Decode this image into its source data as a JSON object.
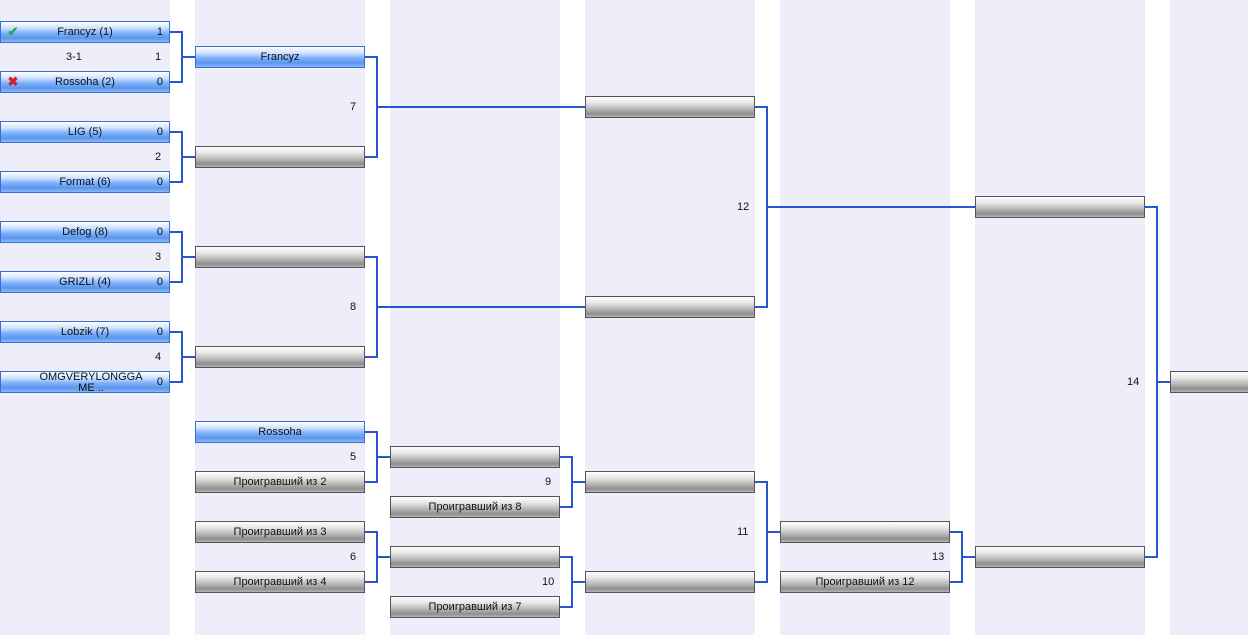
{
  "round1": [
    {
      "team1": "Francyz (1)",
      "score1": "1",
      "team2": "Rossoha (2)",
      "score2": "0",
      "match": "1",
      "result": "3-1",
      "team1_status": "winner",
      "team2_status": "loser"
    },
    {
      "team1": "LIG  (5)",
      "score1": "0",
      "team2": "Format (6)",
      "score2": "0",
      "match": "2"
    },
    {
      "team1": "Defog (8)",
      "score1": "0",
      "team2": "GRIZLI (4)",
      "score2": "0",
      "match": "3"
    },
    {
      "team1": "Lobzik (7)",
      "score1": "0",
      "team2": "OMGVERYLONGGA ME ..",
      "score2": "0",
      "match": "4"
    }
  ],
  "round2": {
    "slots": [
      "Francyz",
      "",
      "",
      ""
    ],
    "match7": "7",
    "match8": "8"
  },
  "upper": {
    "match12": "12",
    "match14": "14"
  },
  "lower": {
    "match5_slot1": "Rossoha",
    "match5_slot2": "Проигравший из 2",
    "match5": "5",
    "match6_slot1": "Проигравший из 3",
    "match6_slot2": "Проигравший из 4",
    "match6": "6",
    "match9_slot2": "Проигравший из 8",
    "match9": "9",
    "match10_slot2": "Проигравший из 7",
    "match10": "10",
    "match11": "11",
    "match13_slot2": "Проигравший из 12",
    "match13": "13"
  },
  "colors": {
    "line": "#2a55d0",
    "column_bg": "#eeeefb",
    "blue_slot": "#5b95ec",
    "gray_slot": "#9a9a9a"
  },
  "icons": {
    "winner": "checkmark-icon",
    "loser": "cross-icon"
  }
}
